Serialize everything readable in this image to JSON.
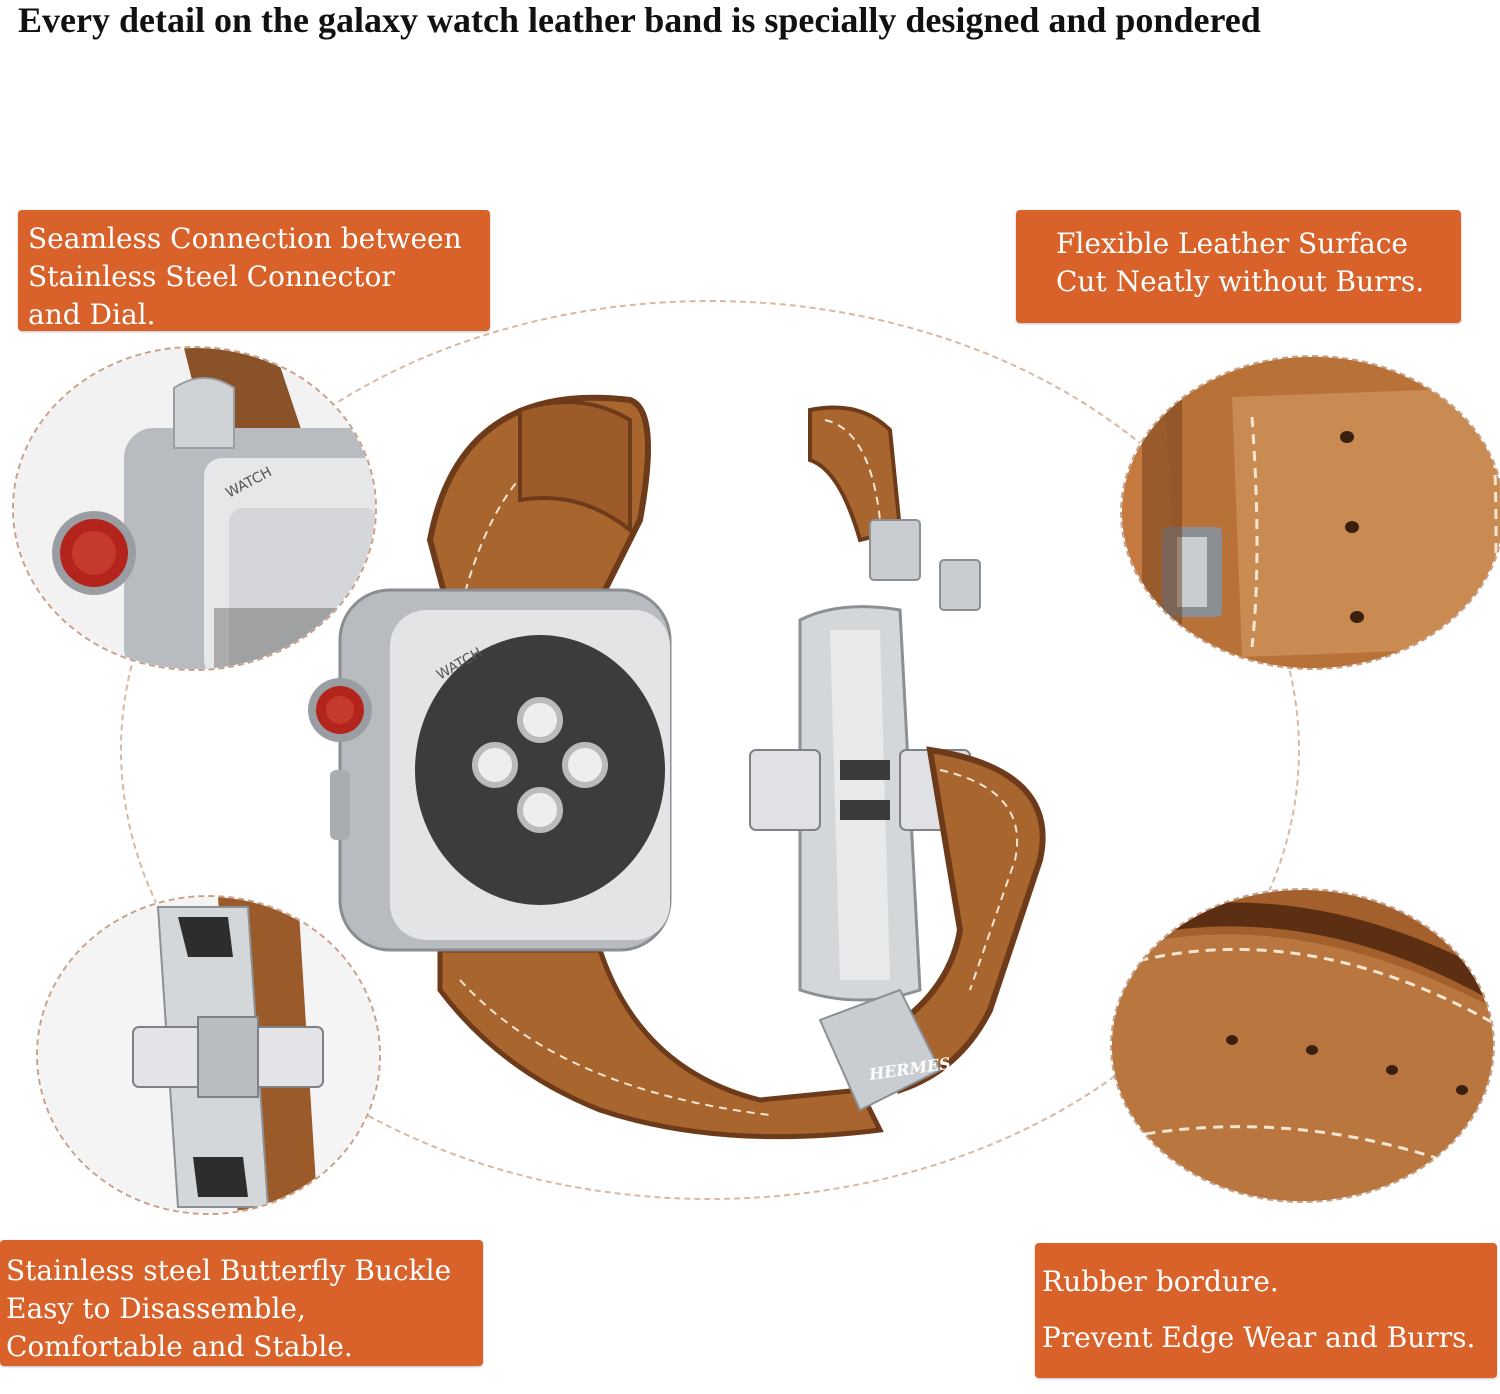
{
  "headline": "Every detail on the galaxy watch leather band is specially designed and pondered",
  "callouts": {
    "top_left": {
      "lines": [
        "Seamless Connection between",
        "Stainless Steel Connector",
        "and Dial."
      ]
    },
    "top_right": {
      "lines": [
        "Flexible Leather Surface",
        "Cut Neatly without Burrs."
      ]
    },
    "bottom_left": {
      "lines": [
        "Stainless steel Butterfly Buckle",
        "Easy to Disassemble,",
        "Comfortable and Stable."
      ]
    },
    "bottom_right": {
      "lines": [
        "Rubber bordure.",
        "Prevent Edge Wear and Burrs."
      ]
    }
  },
  "product": {
    "watch_back_text": "WATCH",
    "buckle_engraving": "HERMES"
  },
  "colors": {
    "callout_background": "#d9622b",
    "callout_text": "#ffffff",
    "leather": "#a8652e",
    "leather_edge": "#6e3b1a",
    "stitching": "#f4e6d3",
    "steel": "#c9ccd0"
  }
}
